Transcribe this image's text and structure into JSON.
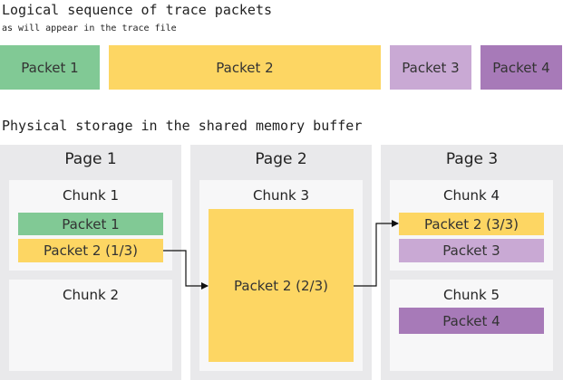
{
  "logical": {
    "title": "Logical sequence of trace packets",
    "subtitle": "as will appear in the trace file",
    "packets": [
      "Packet 1",
      "Packet 2",
      "Packet 3",
      "Packet 4"
    ]
  },
  "physical": {
    "title": "Physical storage in the shared memory buffer",
    "pages": [
      {
        "label": "Page 1",
        "chunks": [
          {
            "label": "Chunk 1",
            "packets": [
              "Packet 1",
              "Packet 2 (1/3)"
            ]
          },
          {
            "label": "Chunk 2",
            "packets": []
          }
        ]
      },
      {
        "label": "Page 2",
        "chunks": [
          {
            "label": "Chunk 3",
            "packets": [
              "Packet 2 (2/3)"
            ]
          }
        ]
      },
      {
        "label": "Page 3",
        "chunks": [
          {
            "label": "Chunk 4",
            "packets": [
              "Packet 2 (3/3)",
              "Packet 3"
            ]
          },
          {
            "label": "Chunk 5",
            "packets": [
              "Packet 4"
            ]
          }
        ]
      }
    ]
  },
  "colors": {
    "packet1": "#81c995",
    "packet2": "#fdd663",
    "packet3": "#c9a9d4",
    "packet4": "#a77ab8",
    "page_bg": "#e9e9eb",
    "chunk_bg": "#f7f7f8"
  }
}
